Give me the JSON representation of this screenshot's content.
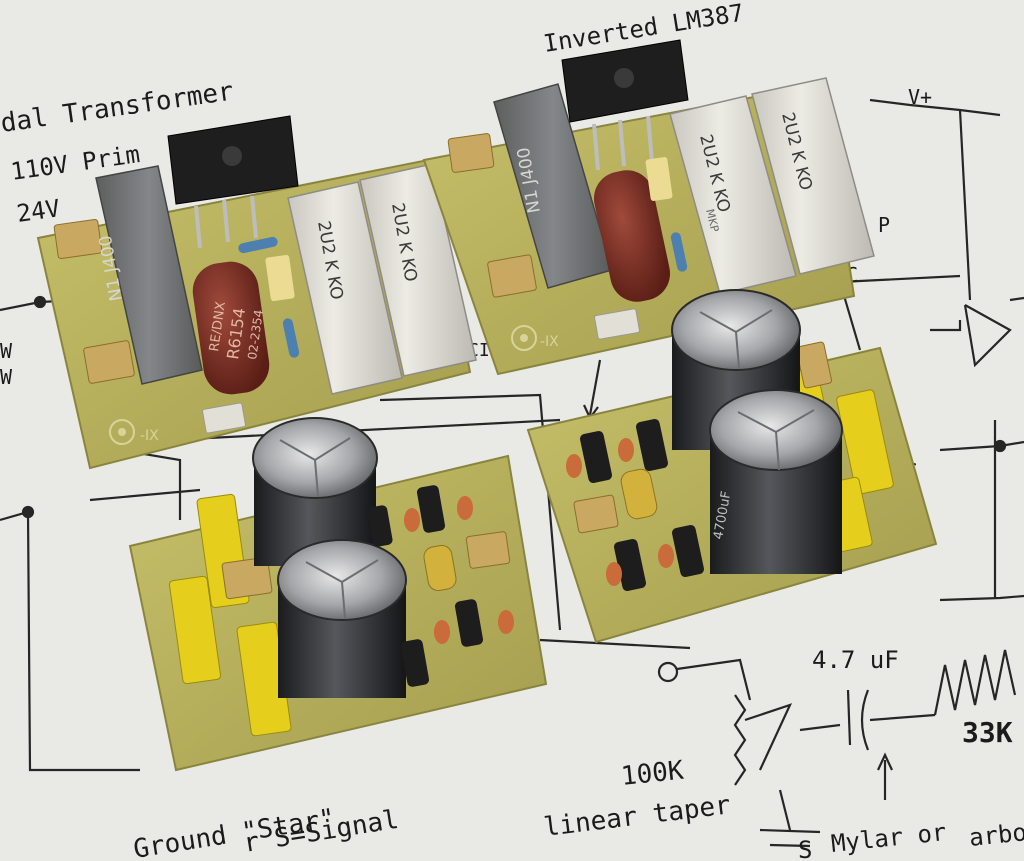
{
  "schematic": {
    "labels": {
      "transformer": "dal Transformer",
      "primary": "110V Prim",
      "secondary": "24V",
      "inverted": "Inverted LM387",
      "vplus": "V+",
      "cap": "4.7 uF",
      "res33k": "33K",
      "pot": "100K",
      "taper": "linear taper",
      "ground_star": "Ground \"Star\"",
      "signal": "r S=Signal",
      "s_bottom": "S",
      "mylar": "Mylar or",
      "carbon": "arbo",
      "w1": "W",
      "w2": "W",
      "p": "P",
      "s_mid": "S",
      "c_mid": "C",
      "ci": "CI"
    }
  },
  "boards": {
    "film_cap_label": "2U2 K KO",
    "mkp_label": "MKP",
    "grey_cap_label": "N1 J400",
    "resistor_label_1": "RE/DNX",
    "resistor_label_2": "R6154",
    "resistor_label_3": "02-2354",
    "electrolytic_label": "4700uF"
  },
  "colors": {
    "paper": "#e9e9e6",
    "pcb": "#b8b35c",
    "grey_cap": "#6f7170",
    "film_cap": "#dedcd4",
    "resistor_red": "#7a2e22",
    "yellow_cap": "#e6cf1c",
    "electrolytic": "#2a2b2e"
  }
}
